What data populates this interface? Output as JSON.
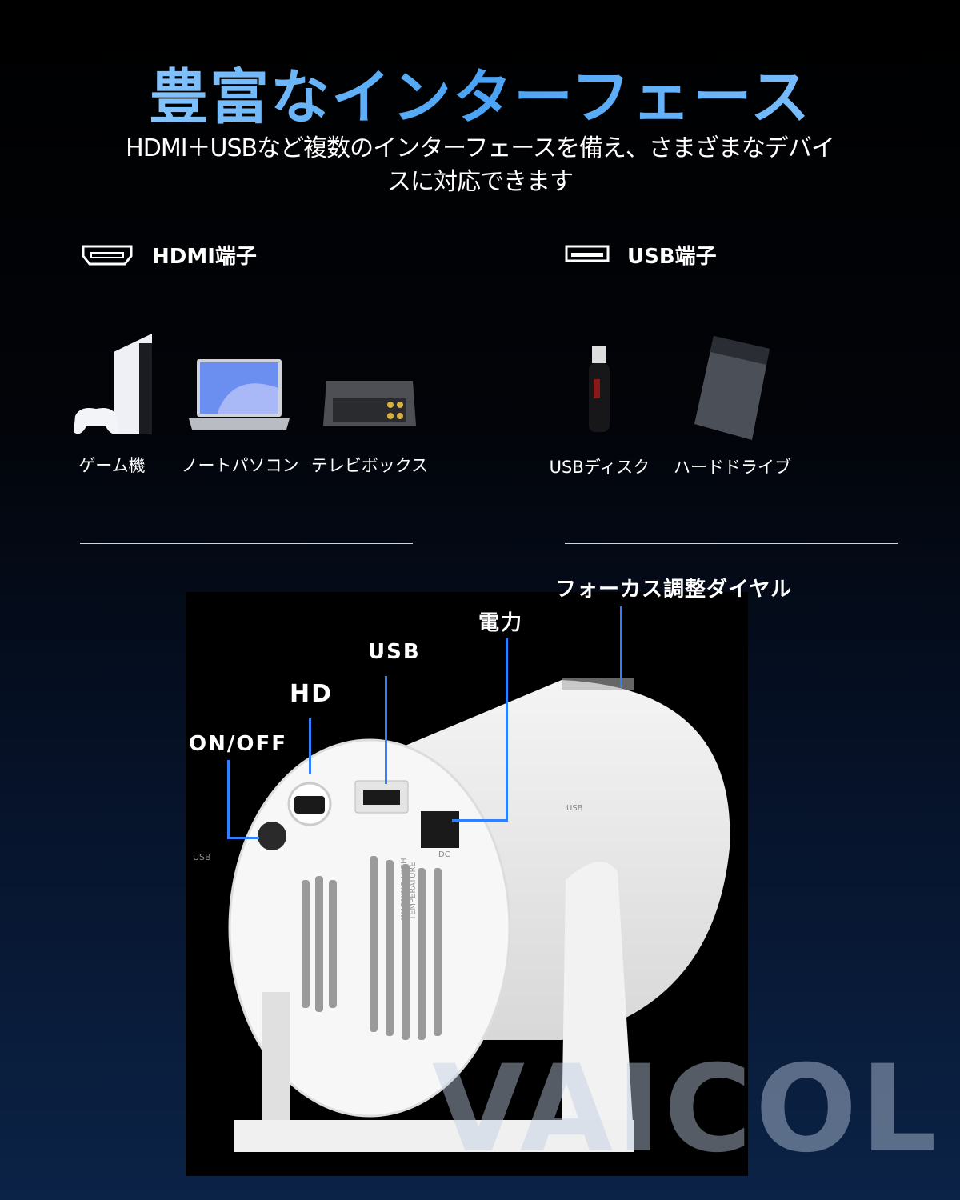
{
  "title": "豊富なインターフェース",
  "subtitle_lines": [
    "HDMI＋USBなど複数のインターフェースを備え、さまざまなデバイ",
    "スに対応できます"
  ],
  "hdmi": {
    "icon": "hdmi-port-icon",
    "heading": "HDMI端子",
    "devices": [
      {
        "label": "ゲーム機",
        "icon": "game-console-icon"
      },
      {
        "label": "ノートパソコン",
        "icon": "laptop-icon"
      },
      {
        "label": "テレビボックス",
        "icon": "tv-box-icon"
      }
    ]
  },
  "usb": {
    "icon": "usb-port-icon",
    "heading": "USB端子",
    "devices": [
      {
        "label": "USBディスク",
        "icon": "usb-flash-drive-icon"
      },
      {
        "label": "ハードドライブ",
        "icon": "hard-drive-icon"
      }
    ]
  },
  "callouts": {
    "power_button": "ON/OFF",
    "hdmi": "HD",
    "usb": "USB",
    "power": "電力",
    "focus": "フォーカス調整ダイヤル"
  },
  "device_markings": {
    "usb": "USB",
    "dc": "DC",
    "warning": "WARNING HIGH TEMPERATURE"
  },
  "watermark": "VAICOL",
  "colors": {
    "accent": "#2f7fff",
    "title_gradient": "#4aa3f5"
  }
}
